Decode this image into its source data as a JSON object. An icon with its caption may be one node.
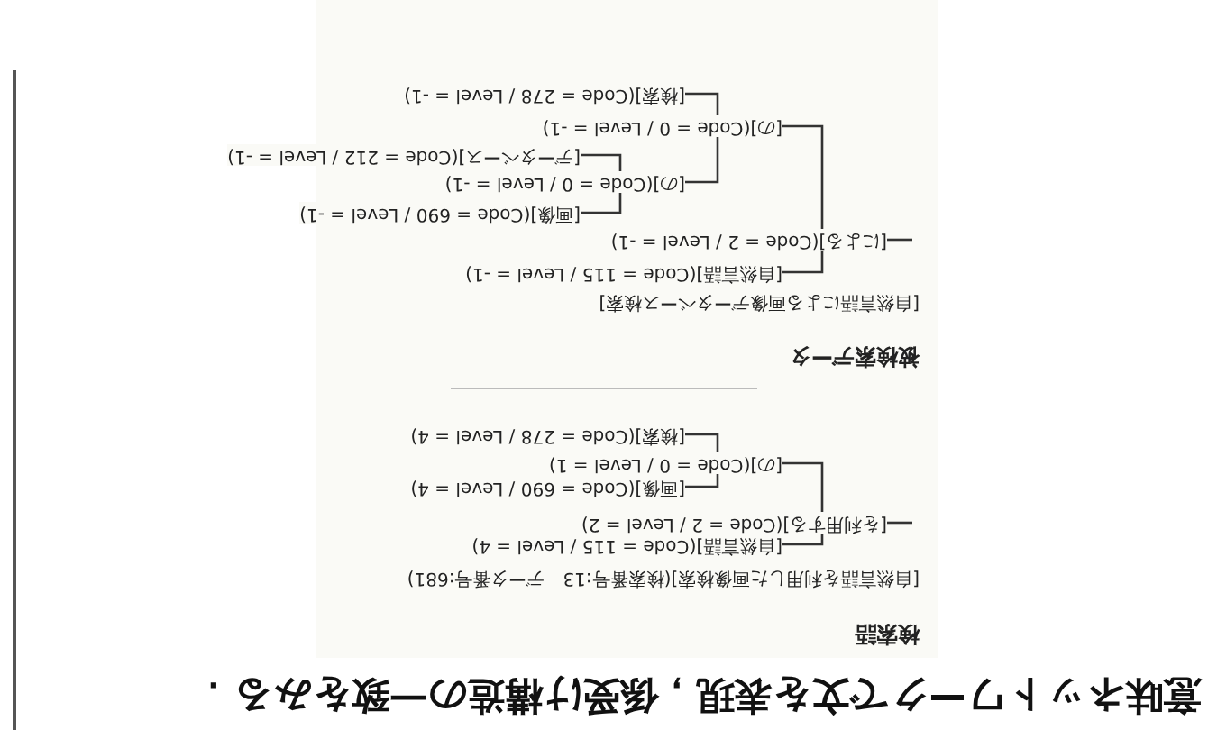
{
  "diagram": {
    "title": "意味ネットワークで文を表現，係受け構造の一致をみる．",
    "nodes": [
      {
        "text": [
          "[自然言語]",
          "(Code = 115 / Level = 4)"
        ]
      },
      {
        "text": [
          "[を利用する]",
          "(Code = 2 / Level = 2)"
        ]
      },
      {
        "text": [
          "[画像]",
          "(Code = 690 / Level = 4)"
        ]
      },
      {
        "text": [
          "[の]",
          "(Code = 0 / Level = 1)"
        ]
      },
      {
        "text": [
          "[検索]",
          "(Code = 278 / Level = 4)"
        ]
      },
      {
        "text": [
          "[自然言語]",
          "(Code = 115 / Level = -1)"
        ]
      },
      {
        "text": [
          "[による]",
          "(Code = 2 / Level = -1)"
        ]
      },
      {
        "text": [
          "[画像]",
          "(Code = 690 / Level = -1)"
        ]
      },
      {
        "text": [
          "[の]",
          "(Code = 0 / Level = -1)"
        ]
      },
      {
        "text": [
          "[データベース]",
          "(Code = 212 / Level = -1)"
        ]
      },
      {
        "text": [
          "[の]",
          "(Code = 0 / Level = -1)"
        ]
      },
      {
        "text": [
          "[検索]",
          "(Code = 278 / Level = -1)"
        ]
      }
    ],
    "edges": [
      {
        "from": null,
        "to": 1,
        "arrow": "none"
      },
      {
        "from": 1,
        "to": 0,
        "arrow": "none"
      },
      {
        "from": 1,
        "to": 3,
        "arrow": "none"
      },
      {
        "from": 3,
        "to": 2,
        "arrow": "none"
      },
      {
        "from": 3,
        "to": 4,
        "arrow": "none"
      },
      {
        "from": null,
        "to": 6,
        "arrow": "none"
      },
      {
        "from": 6,
        "to": 5,
        "arrow": "none"
      },
      {
        "from": 6,
        "to": 10,
        "arrow": "none"
      },
      {
        "from": 10,
        "to": 8,
        "arrow": "none"
      },
      {
        "from": 8,
        "to": 7,
        "arrow": "none"
      },
      {
        "from": 8,
        "to": 9,
        "arrow": "none"
      },
      {
        "from": 10,
        "to": 11,
        "arrow": "none"
      }
    ],
    "labels": [
      "検索語",
      "[自然言語を利用した画像検索](検索番号:13　データ番号:681)",
      "被検索データ",
      "[自然言語による画像データベース検索]"
    ]
  }
}
